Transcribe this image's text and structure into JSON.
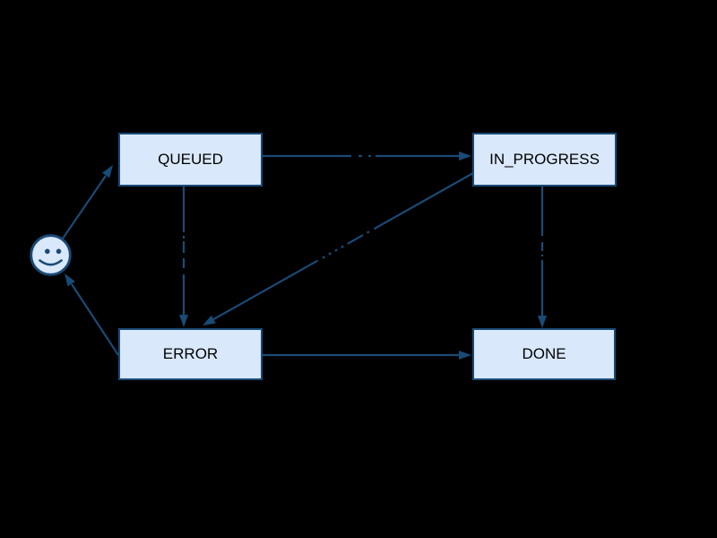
{
  "diagram": {
    "type": "state-machine-diagram",
    "colors": {
      "background": "#000000",
      "node_fill": "#d9e8fb",
      "line": "#1a4a76",
      "node_text": "#000000"
    },
    "nodes": [
      {
        "id": "queued",
        "label": "QUEUED"
      },
      {
        "id": "in_progress",
        "label": "IN_PROGRESS"
      },
      {
        "id": "error",
        "label": "ERROR"
      },
      {
        "id": "done",
        "label": "DONE"
      }
    ],
    "start_marker": {
      "icon": "smiley-face-icon"
    },
    "edges": [
      {
        "from": "smiley",
        "to": "QUEUED",
        "label": ""
      },
      {
        "from": "QUEUED",
        "to": "IN_PROGRESS",
        "label": ""
      },
      {
        "from": "QUEUED",
        "to": "ERROR",
        "label": ""
      },
      {
        "from": "IN_PROGRESS",
        "to": "ERROR",
        "label": ""
      },
      {
        "from": "IN_PROGRESS",
        "to": "DONE",
        "label": ""
      },
      {
        "from": "ERROR",
        "to": "DONE",
        "label": ""
      },
      {
        "from": "ERROR",
        "to": "smiley",
        "label": ""
      }
    ]
  }
}
